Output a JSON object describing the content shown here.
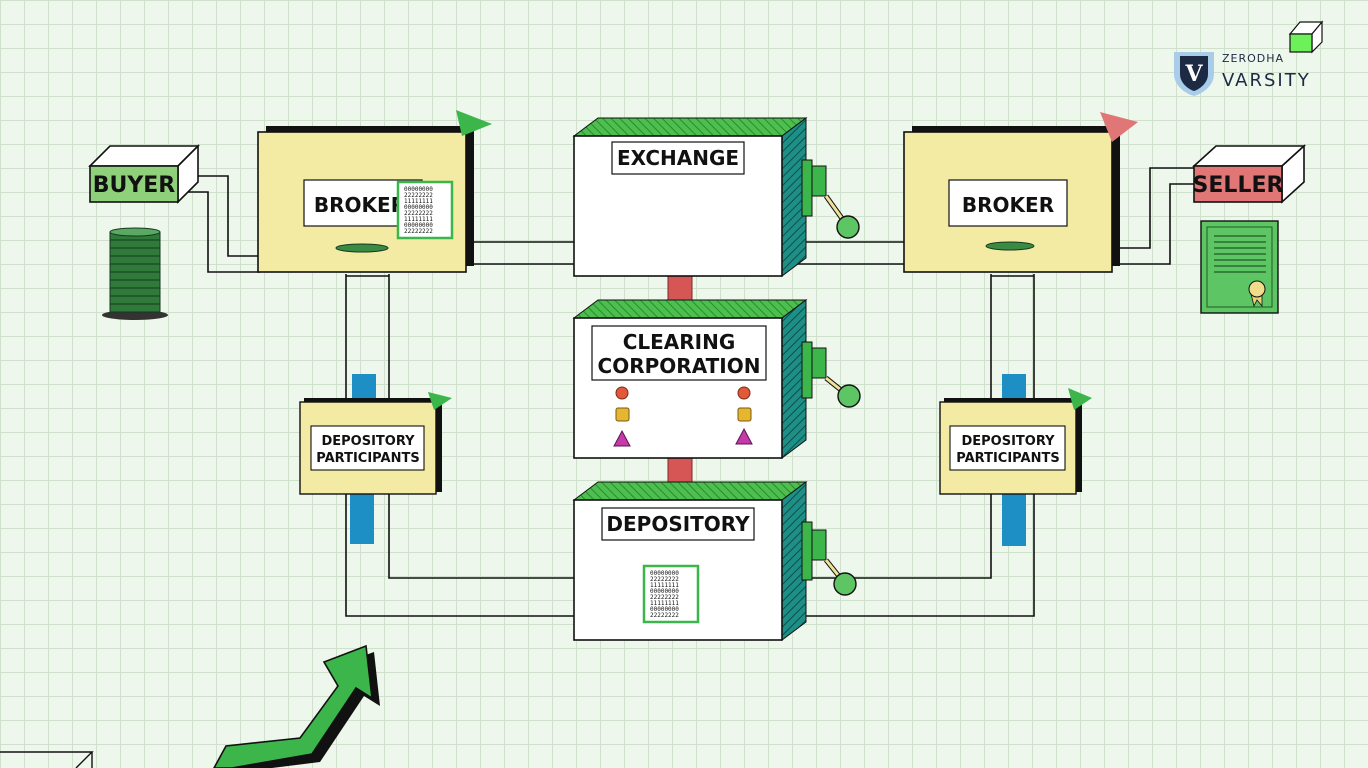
{
  "brand": {
    "company": "ZERODHA",
    "product": "VARSITY",
    "logo_letter": "V"
  },
  "nodes": {
    "buyer": "BUYER",
    "seller": "SELLER",
    "broker_left": "BROKER",
    "broker_right": "BROKER",
    "exchange": "EXCHANGE",
    "clearing_line1": "CLEARING",
    "clearing_line2": "CORPORATION",
    "depository": "DEPOSITORY",
    "dp_left_line1": "DEPOSITORY",
    "dp_left_line2": "PARTICIPANTS",
    "dp_right_line1": "DEPOSITORY",
    "dp_right_line2": "PARTICIPANTS"
  },
  "certificate_digits": {
    "broker_doc": [
      "00000000",
      "22222222",
      "11111111",
      "00000000",
      "22222222",
      "11111111",
      "00000000",
      "22222222"
    ],
    "depository_doc": [
      "00000000",
      "22222222",
      "11111111",
      "00000000",
      "22222222",
      "11111111",
      "00000000",
      "22222222"
    ]
  },
  "colors": {
    "yellow_box": "#f3eba3",
    "green": "#3cb54a",
    "teal_side": "#1e8f86",
    "red_connector": "#d65656",
    "blue_bar": "#1d8fc4",
    "buyer_fill": "#8fd07a",
    "seller_fill": "#e07676"
  }
}
